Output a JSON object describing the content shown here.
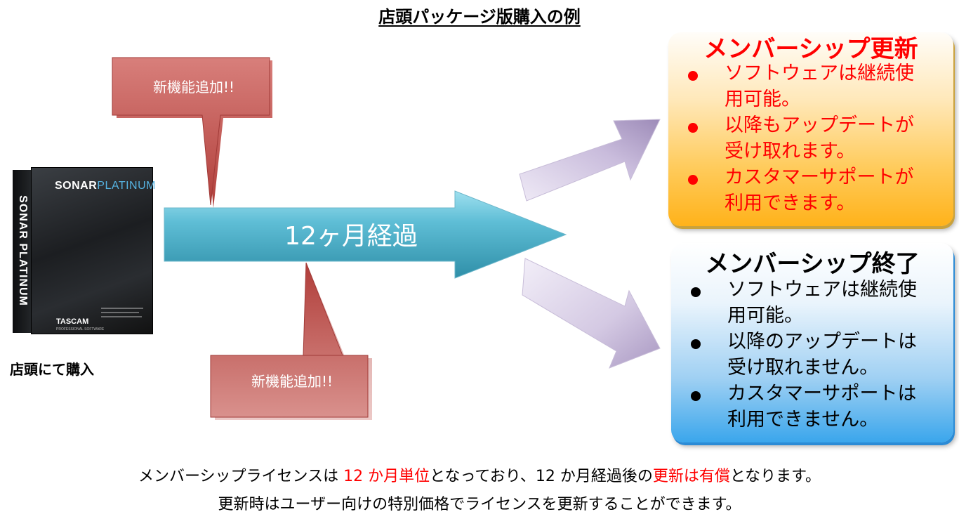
{
  "title": "店頭パッケージ版購入の例",
  "product": {
    "spine_text": "SONAR PLATINUM",
    "brand_main": "SONAR",
    "brand_accent": "PLATINUM",
    "maker": "TASCAM",
    "maker_sub": "PROFESSIONAL SOFTWARE",
    "caption": "店頭にて購入"
  },
  "callouts": [
    {
      "label": "新機能追加!!"
    },
    {
      "label": "新機能追加!!"
    }
  ],
  "main_arrow_label": "12ヶ月経過",
  "renew_panel": {
    "title": "メンバーシップ更新",
    "items": [
      {
        "line1": "ソフトウェアは継続使",
        "line2": "用可能。"
      },
      {
        "line1": "以降もアップデートが",
        "line2": "受け取れます。"
      },
      {
        "line1": "カスタマーサポートが",
        "line2": "利用できます。"
      }
    ],
    "color": "#ff0000"
  },
  "end_panel": {
    "title": "メンバーシップ終了",
    "items": [
      {
        "line1": "ソフトウェアは継続使",
        "line2": "用可能。"
      },
      {
        "line1": "以降のアップデートは",
        "line2": "受け取れません。"
      },
      {
        "line1": "カスタマーサポートは",
        "line2": "利用できません。"
      }
    ]
  },
  "footer": {
    "line1_a": "メンバーシップライセンスは ",
    "line1_b": "12 か月単位",
    "line1_c": "となっており、12 か月経過後の",
    "line1_d": "更新は有償",
    "line1_e": "となります。",
    "line2": "更新時はユーザー向けの特別価格でライセンスを更新することができます。"
  },
  "colors": {
    "callout_red": "#c0504d",
    "main_arrow": "#4bacc6",
    "diag_arrow": "#b3a2c7",
    "accent_red": "#ff0000"
  }
}
